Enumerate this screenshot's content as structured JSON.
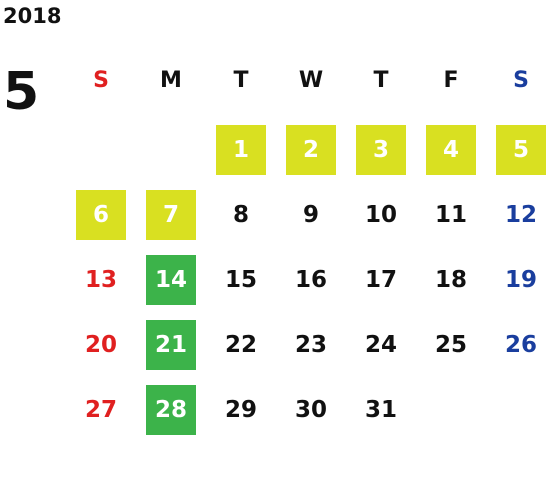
{
  "calendar": {
    "year": "2018",
    "month": "5",
    "weekdays": [
      "S",
      "M",
      "T",
      "W",
      "T",
      "F",
      "S"
    ],
    "first_weekday_index": 2,
    "days_in_month": 31,
    "colors": {
      "text_default": "#111111",
      "sunday": "#e02020",
      "saturday": "#1a3e9e",
      "highlight_yellow": "#d9e021",
      "highlight_green": "#3cb34a",
      "highlight_text": "#ffffff"
    },
    "highlights": {
      "yellow": [
        1,
        2,
        3,
        4,
        5,
        6,
        7
      ],
      "green": [
        14,
        21,
        28
      ]
    }
  }
}
